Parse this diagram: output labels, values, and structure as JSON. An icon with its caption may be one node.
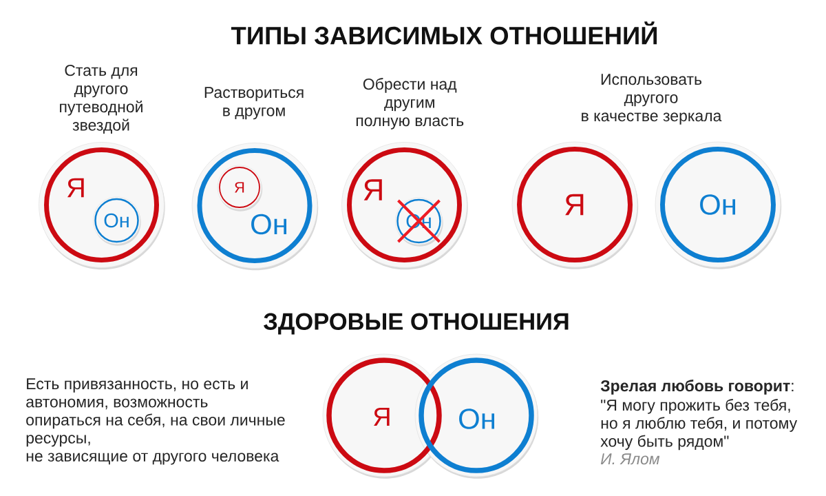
{
  "diagram": {
    "title": "ТИПЫ ЗАВИСИМЫХ ОТНОШЕНИЙ",
    "nodes": [
      {
        "text": [
          "Я"
        ],
        "beside": [
          "Стать для другого путеводной звездой"
        ]
      },
      {
        "text": [
          "Он"
        ],
        "in": 0
      },
      {
        "text": [
          "Он"
        ],
        "beside": [
          "Раствориться в другом"
        ]
      },
      {
        "text": [
          "Я"
        ],
        "in": 2
      },
      {
        "text": [
          "Я"
        ],
        "beside": [
          "Обрести над другим полную власть"
        ]
      },
      {
        "text": [
          "Он"
        ],
        "in": 4
      },
      {
        "text": [
          "Я"
        ]
      },
      {
        "text": [
          "Он"
        ]
      },
      {
        "text": [
          "Я"
        ]
      },
      {
        "text": [
          "Он"
        ]
      }
    ],
    "labels": [
      "Использовать другого в качестве зеркала",
      "ЗДОРОВЫЕ ОТНОШЕНИЯ",
      "Есть привязанность, но есть и автономия, возможность опираться на себя, на свои личные ресурсы, не зависящие от другого человека",
      "**Зрелая любовь говорит**:",
      "\"Я могу прожить без тебя, но я люблю тебя, и потому хочу быть рядом\"",
      "И. Ялом"
    ]
  }
}
